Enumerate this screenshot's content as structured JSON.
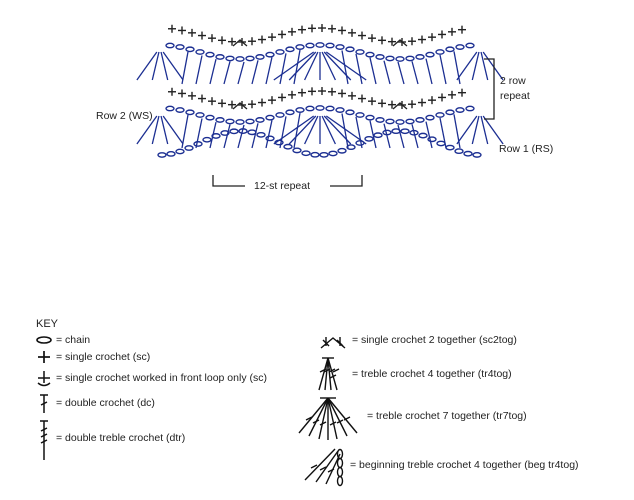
{
  "diagram": {
    "labels": {
      "row2": "Row 2 (WS)",
      "row1": "Row 1 (RS)",
      "two_row_repeat_line1": "2 row",
      "two_row_repeat_line2": "repeat",
      "st_repeat": "12-st repeat"
    },
    "colors": {
      "stitch": "#1c2f92",
      "line": "#222222"
    }
  },
  "key": {
    "title": "KEY",
    "items": [
      {
        "icon": "chain-icon",
        "label": "= chain"
      },
      {
        "icon": "single-crochet-icon",
        "label": "= single crochet (sc)"
      },
      {
        "icon": "single-crochet-front-loop-icon",
        "label": "= single crochet worked in front loop only (sc)"
      },
      {
        "icon": "double-crochet-icon",
        "label": "= double crochet (dc)"
      },
      {
        "icon": "double-treble-crochet-icon",
        "label": "= double treble crochet (dtr)"
      },
      {
        "icon": "sc2tog-icon",
        "label": "= single crochet 2 together (sc2tog)"
      },
      {
        "icon": "tr4tog-icon",
        "label": "= treble crochet 4 together (tr4tog)"
      },
      {
        "icon": "tr7tog-icon",
        "label": "= treble crochet 7 together (tr7tog)"
      },
      {
        "icon": "beg-tr4tog-icon",
        "label": "= beginning treble crochet 4 together (beg tr4tog)"
      }
    ]
  }
}
